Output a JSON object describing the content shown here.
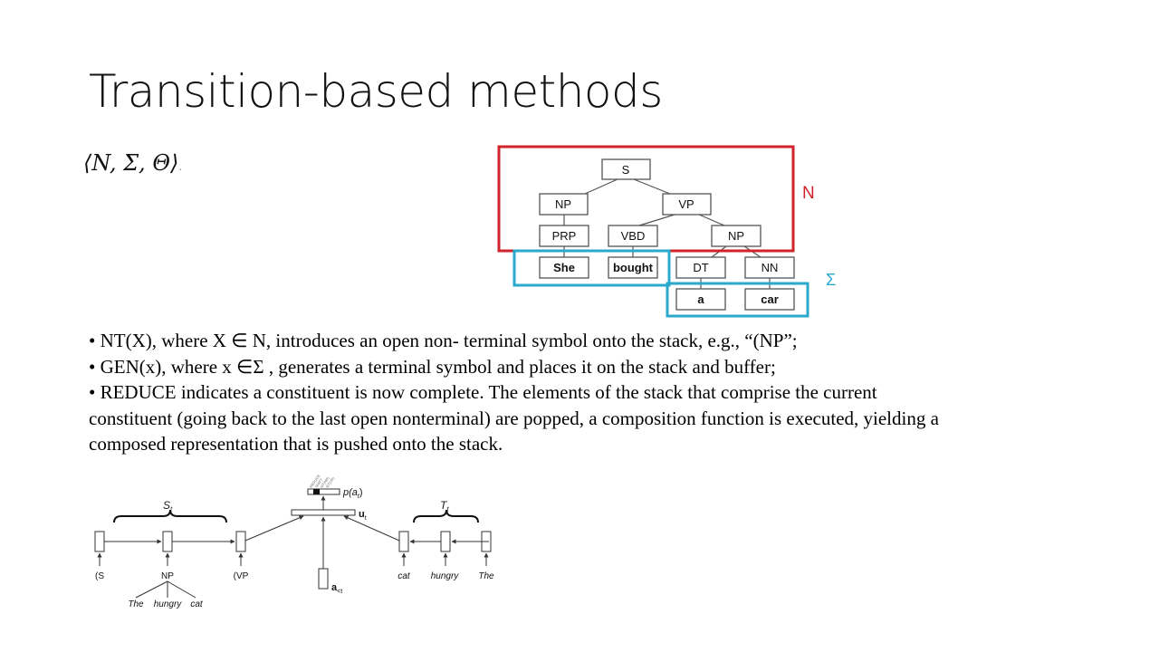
{
  "slide": {
    "title": "Transition-based methods",
    "tuple": "⟨N, Σ, Θ⟩",
    "tuple_dot": "."
  },
  "tree": {
    "nodes": {
      "s": "S",
      "np1": "NP",
      "vp": "VP",
      "prp": "PRP",
      "vbd": "VBD",
      "np2": "NP",
      "she": "She",
      "bought": "bought",
      "dt": "DT",
      "nn": "NN",
      "a": "a",
      "car": "car"
    },
    "label_n": "N",
    "label_sigma": "Σ",
    "colors": {
      "n_box": "#d0232a",
      "sigma_box": "#2aa9cc"
    }
  },
  "bullets": [
    "• NT(X), where X ∈ N, introduces an open non- terminal symbol onto the stack, e.g., “(NP”;",
    "• GEN(x), where x ∈Σ , generates a terminal symbol and places it on the stack and buffer;",
    "• REDUCE indicates a constituent is now complete. The elements of the stack that comprise the current constituent (going back to the last open nonterminal) are popped, a composition function is executed, yielding a composed representation that is pushed onto the stack."
  ],
  "arch": {
    "stack_label": "S",
    "stack_sub": "t",
    "buffer_label": "T",
    "buffer_sub": "t",
    "stack_items": [
      "(S",
      "NP",
      "(VP"
    ],
    "np_children": [
      "The",
      "hungry",
      "cat"
    ],
    "buffer_items": [
      "cat",
      "hungry",
      "The"
    ],
    "output_label": "p(a",
    "output_sub": "t",
    "output_close": ")",
    "u_label": "u",
    "u_sub": "t",
    "a_label": "a",
    "a_sub": "<t",
    "action_words": [
      "REDUCE",
      "SHIFT",
      "NT(NP)",
      "NT(VP)"
    ]
  }
}
